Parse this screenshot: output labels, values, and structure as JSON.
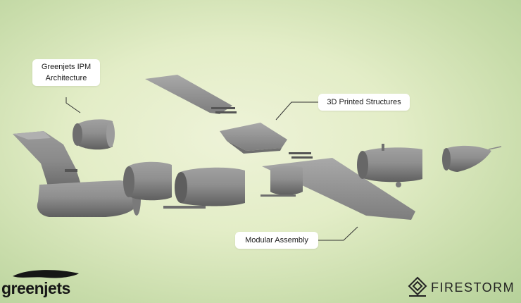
{
  "callouts": {
    "ipm_line1": "Greenjets IPM",
    "ipm_line2": "Architecture",
    "printed": "3D Printed Structures",
    "modular": "Modular Assembly"
  },
  "logos": {
    "greenjets": "greenjets",
    "firestorm": "FIRESTORM"
  },
  "colors": {
    "part_gray": "#8a8a8a",
    "background": "#e3edc7"
  }
}
